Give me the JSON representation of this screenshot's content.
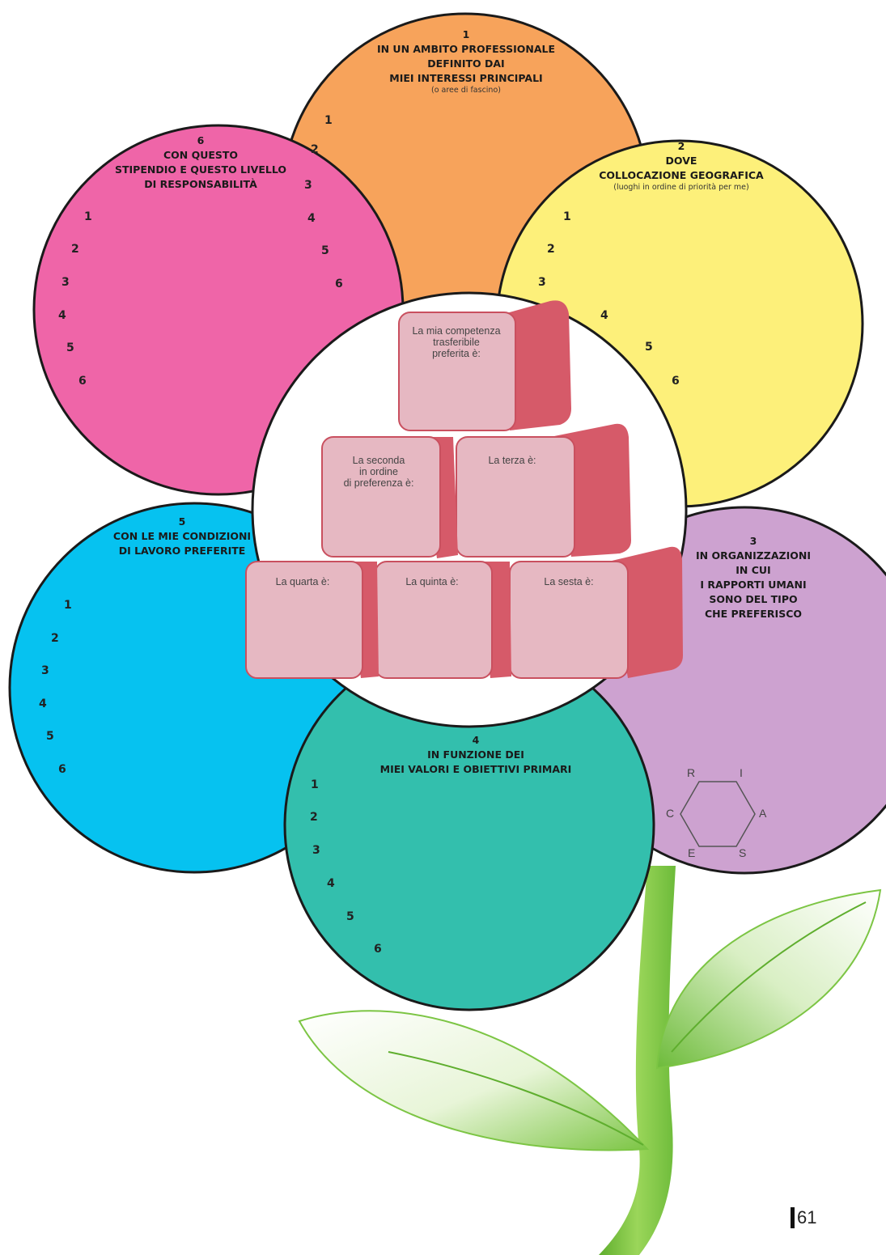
{
  "colors": {
    "orange": "#f7a35b",
    "yellow": "#fdf07a",
    "pink": "#ef65a8",
    "cyan": "#06c2f0",
    "purple": "#cda2d0",
    "teal": "#33bfad",
    "block_face": "#e6b8c2",
    "block_side": "#d65a69",
    "stem_green": "#7cc544",
    "outline": "#1a1a1a"
  },
  "petals": {
    "top": {
      "number": "1",
      "lines": [
        "IN UN AMBITO PROFESSIONALE",
        "DEFINITO DAI",
        "MIEI INTERESSI PRINCIPALI"
      ],
      "subtitle": "(o aree di fascino)",
      "items": [
        "1",
        "2",
        "3",
        "4",
        "5",
        "6"
      ]
    },
    "right_top": {
      "number": "2",
      "lines": [
        "DOVE",
        "COLLOCAZIONE GEOGRAFICA"
      ],
      "subtitle": "(luoghi in ordine di priorità per me)",
      "items": [
        "1",
        "2",
        "3",
        "4",
        "5",
        "6"
      ]
    },
    "right_bottom": {
      "number": "3",
      "lines": [
        "IN ORGANIZZAZIONI",
        "IN CUI",
        "I RAPPORTI UMANI",
        "SONO DEL TIPO",
        "CHE PREFERISCO"
      ],
      "hexagon_letters": [
        "R",
        "I",
        "C",
        "A",
        "E",
        "S"
      ]
    },
    "bottom": {
      "number": "4",
      "lines": [
        "IN FUNZIONE DEI",
        "MIEI VALORI E OBIETTIVI PRIMARI"
      ],
      "items": [
        "1",
        "2",
        "3",
        "4",
        "5",
        "6"
      ]
    },
    "left_bottom": {
      "number": "5",
      "lines": [
        "CON LE MIE CONDIZIONI",
        "DI LAVORO PREFERITE"
      ],
      "items": [
        "1",
        "2",
        "3",
        "4",
        "5",
        "6"
      ]
    },
    "left_top": {
      "number": "6",
      "lines": [
        "CON QUESTO",
        "STIPENDIO E QUESTO LIVELLO",
        "DI RESPONSABILITÀ"
      ],
      "items": [
        "1",
        "2",
        "3",
        "4",
        "5",
        "6"
      ]
    }
  },
  "blocks": {
    "first": [
      "La mia competenza",
      "trasferibile",
      "preferita è:"
    ],
    "second": [
      "La seconda",
      "in ordine",
      "di preferenza è:"
    ],
    "third": [
      "La terza è:"
    ],
    "fourth": [
      "La quarta è:"
    ],
    "fifth": [
      "La quinta è:"
    ],
    "sixth": [
      "La sesta è:"
    ]
  },
  "page_number": "61"
}
